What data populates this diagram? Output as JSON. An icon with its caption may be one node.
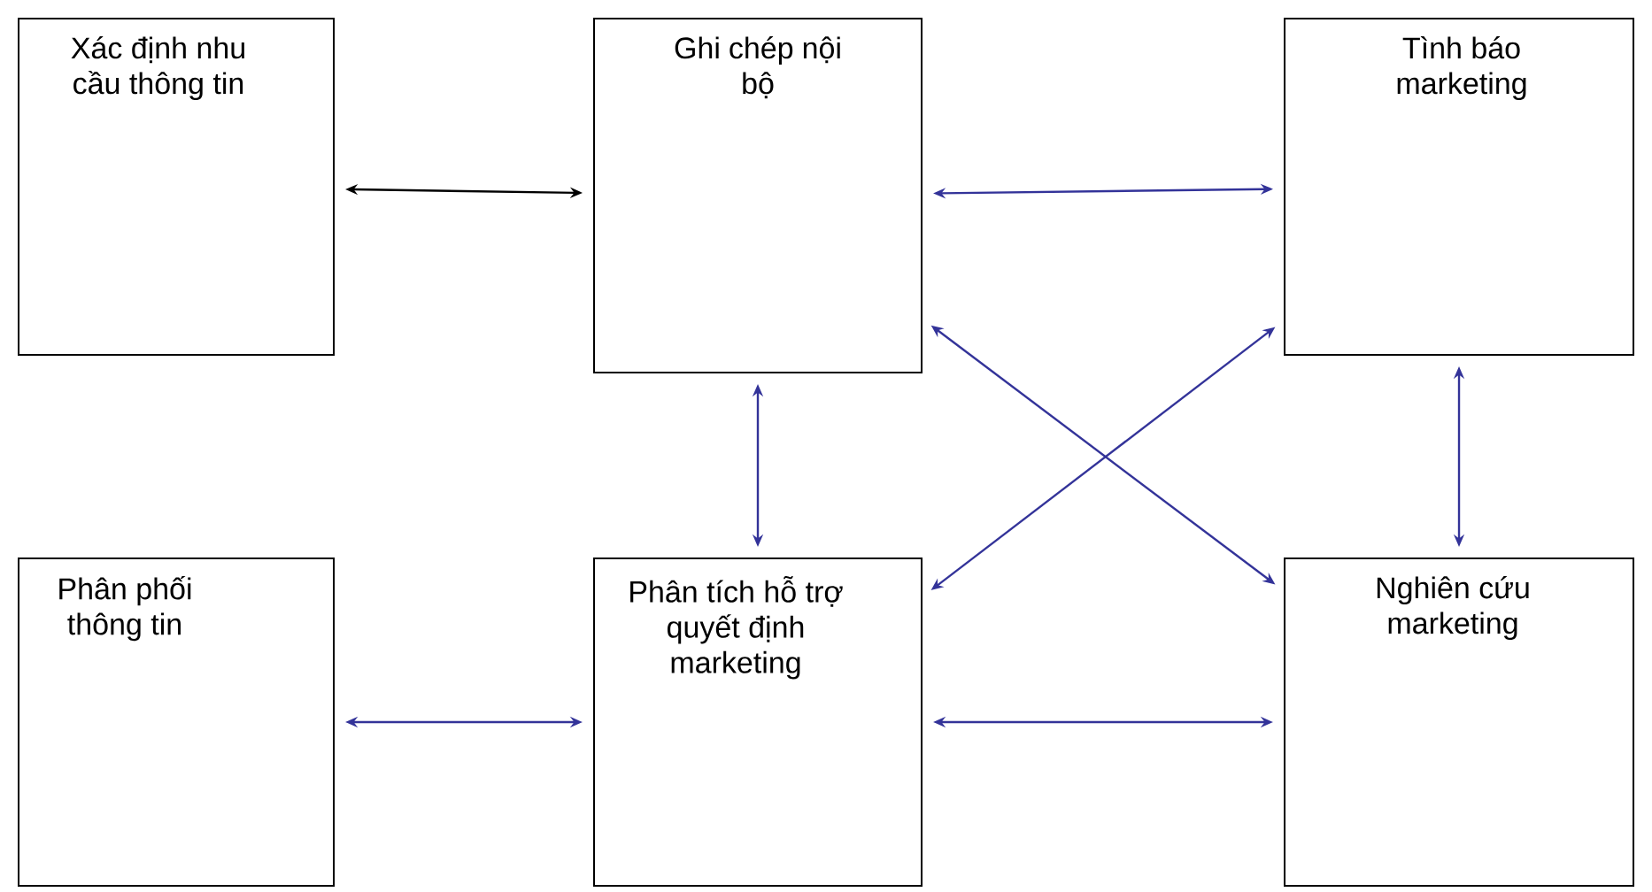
{
  "diagram": {
    "nodes": [
      {
        "text": [
          "Xác định nhu cầu thông tin"
        ]
      },
      {
        "text": [
          "Ghi chép nội bộ"
        ]
      },
      {
        "text": [
          "Tình báo marketing"
        ]
      },
      {
        "text": [
          "Phân phối thông tin"
        ]
      },
      {
        "text": [
          "Phân tích hỗ trợ quyết định marketing"
        ]
      },
      {
        "text": [
          "Nghiên cứu marketing"
        ]
      }
    ],
    "edges": [
      {
        "from": 0,
        "to": 1,
        "arrow": "both",
        "color": "#000000"
      },
      {
        "from": 1,
        "to": 2,
        "arrow": "both"
      },
      {
        "from": 1,
        "to": 4,
        "arrow": "both"
      },
      {
        "from": 2,
        "to": 5,
        "arrow": "both"
      },
      {
        "from": 1,
        "to": 5,
        "arrow": "both"
      },
      {
        "from": 2,
        "to": 4,
        "arrow": "both"
      },
      {
        "from": 3,
        "to": 4,
        "arrow": "both"
      },
      {
        "from": 4,
        "to": 5,
        "arrow": "both"
      }
    ]
  }
}
